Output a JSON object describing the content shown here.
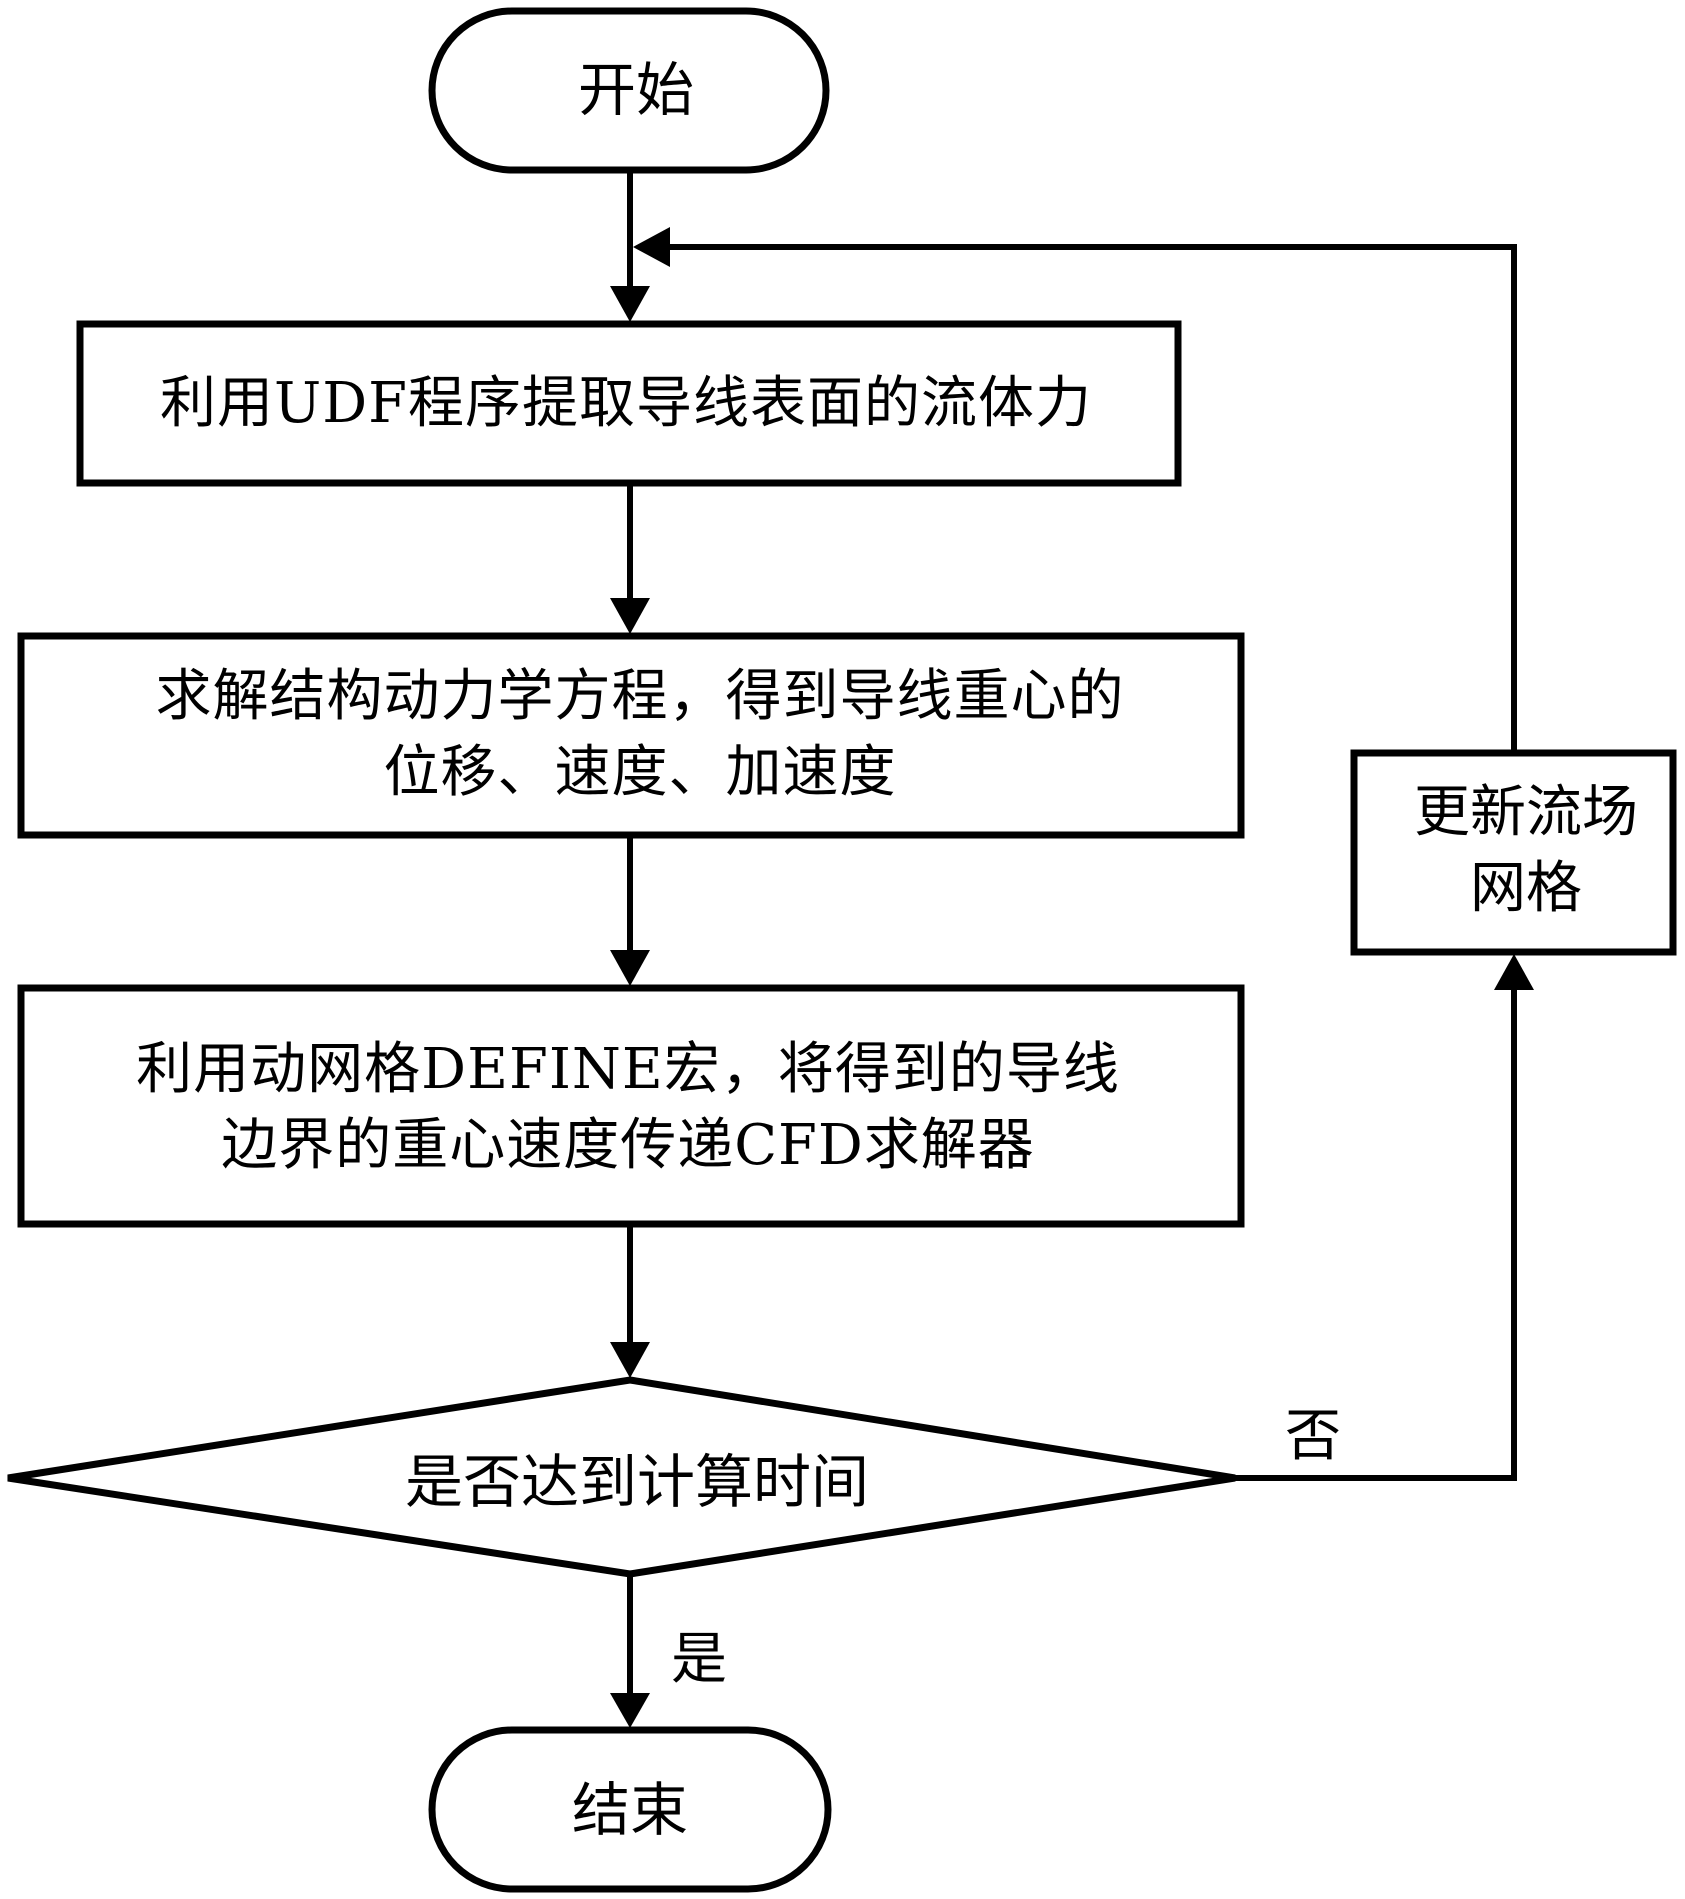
{
  "diagram": {
    "type": "flowchart",
    "nodes": {
      "start": {
        "shape": "terminal",
        "text": "开始"
      },
      "extract_force": {
        "shape": "process",
        "text": "利用UDF程序提取导线表面的流体力"
      },
      "solve_dynamics": {
        "shape": "process",
        "lines": [
          "求解结构动力学方程，得到导线重心的",
          "位移、速度、加速度"
        ]
      },
      "pass_velocity": {
        "shape": "process",
        "lines": [
          "利用动网格DEFINE宏，将得到的导线",
          "边界的重心速度传递CFD求解器"
        ]
      },
      "decision": {
        "shape": "decision",
        "text": "是否达到计算时间"
      },
      "update_mesh": {
        "shape": "process",
        "lines": [
          "更新流场",
          "网格"
        ]
      },
      "end": {
        "shape": "terminal",
        "text": "结束"
      }
    },
    "edges": [
      {
        "from": "start",
        "to": "extract_force",
        "label": ""
      },
      {
        "from": "extract_force",
        "to": "solve_dynamics",
        "label": ""
      },
      {
        "from": "solve_dynamics",
        "to": "pass_velocity",
        "label": ""
      },
      {
        "from": "pass_velocity",
        "to": "decision",
        "label": ""
      },
      {
        "from": "decision",
        "to": "update_mesh",
        "label": "否"
      },
      {
        "from": "update_mesh",
        "to": "extract_force",
        "label": ""
      },
      {
        "from": "decision",
        "to": "end",
        "label": "是"
      }
    ],
    "edge_labels": {
      "no": "否",
      "yes": "是"
    },
    "colors": {
      "stroke": "#000000",
      "fill": "#ffffff",
      "text": "#000000"
    }
  }
}
